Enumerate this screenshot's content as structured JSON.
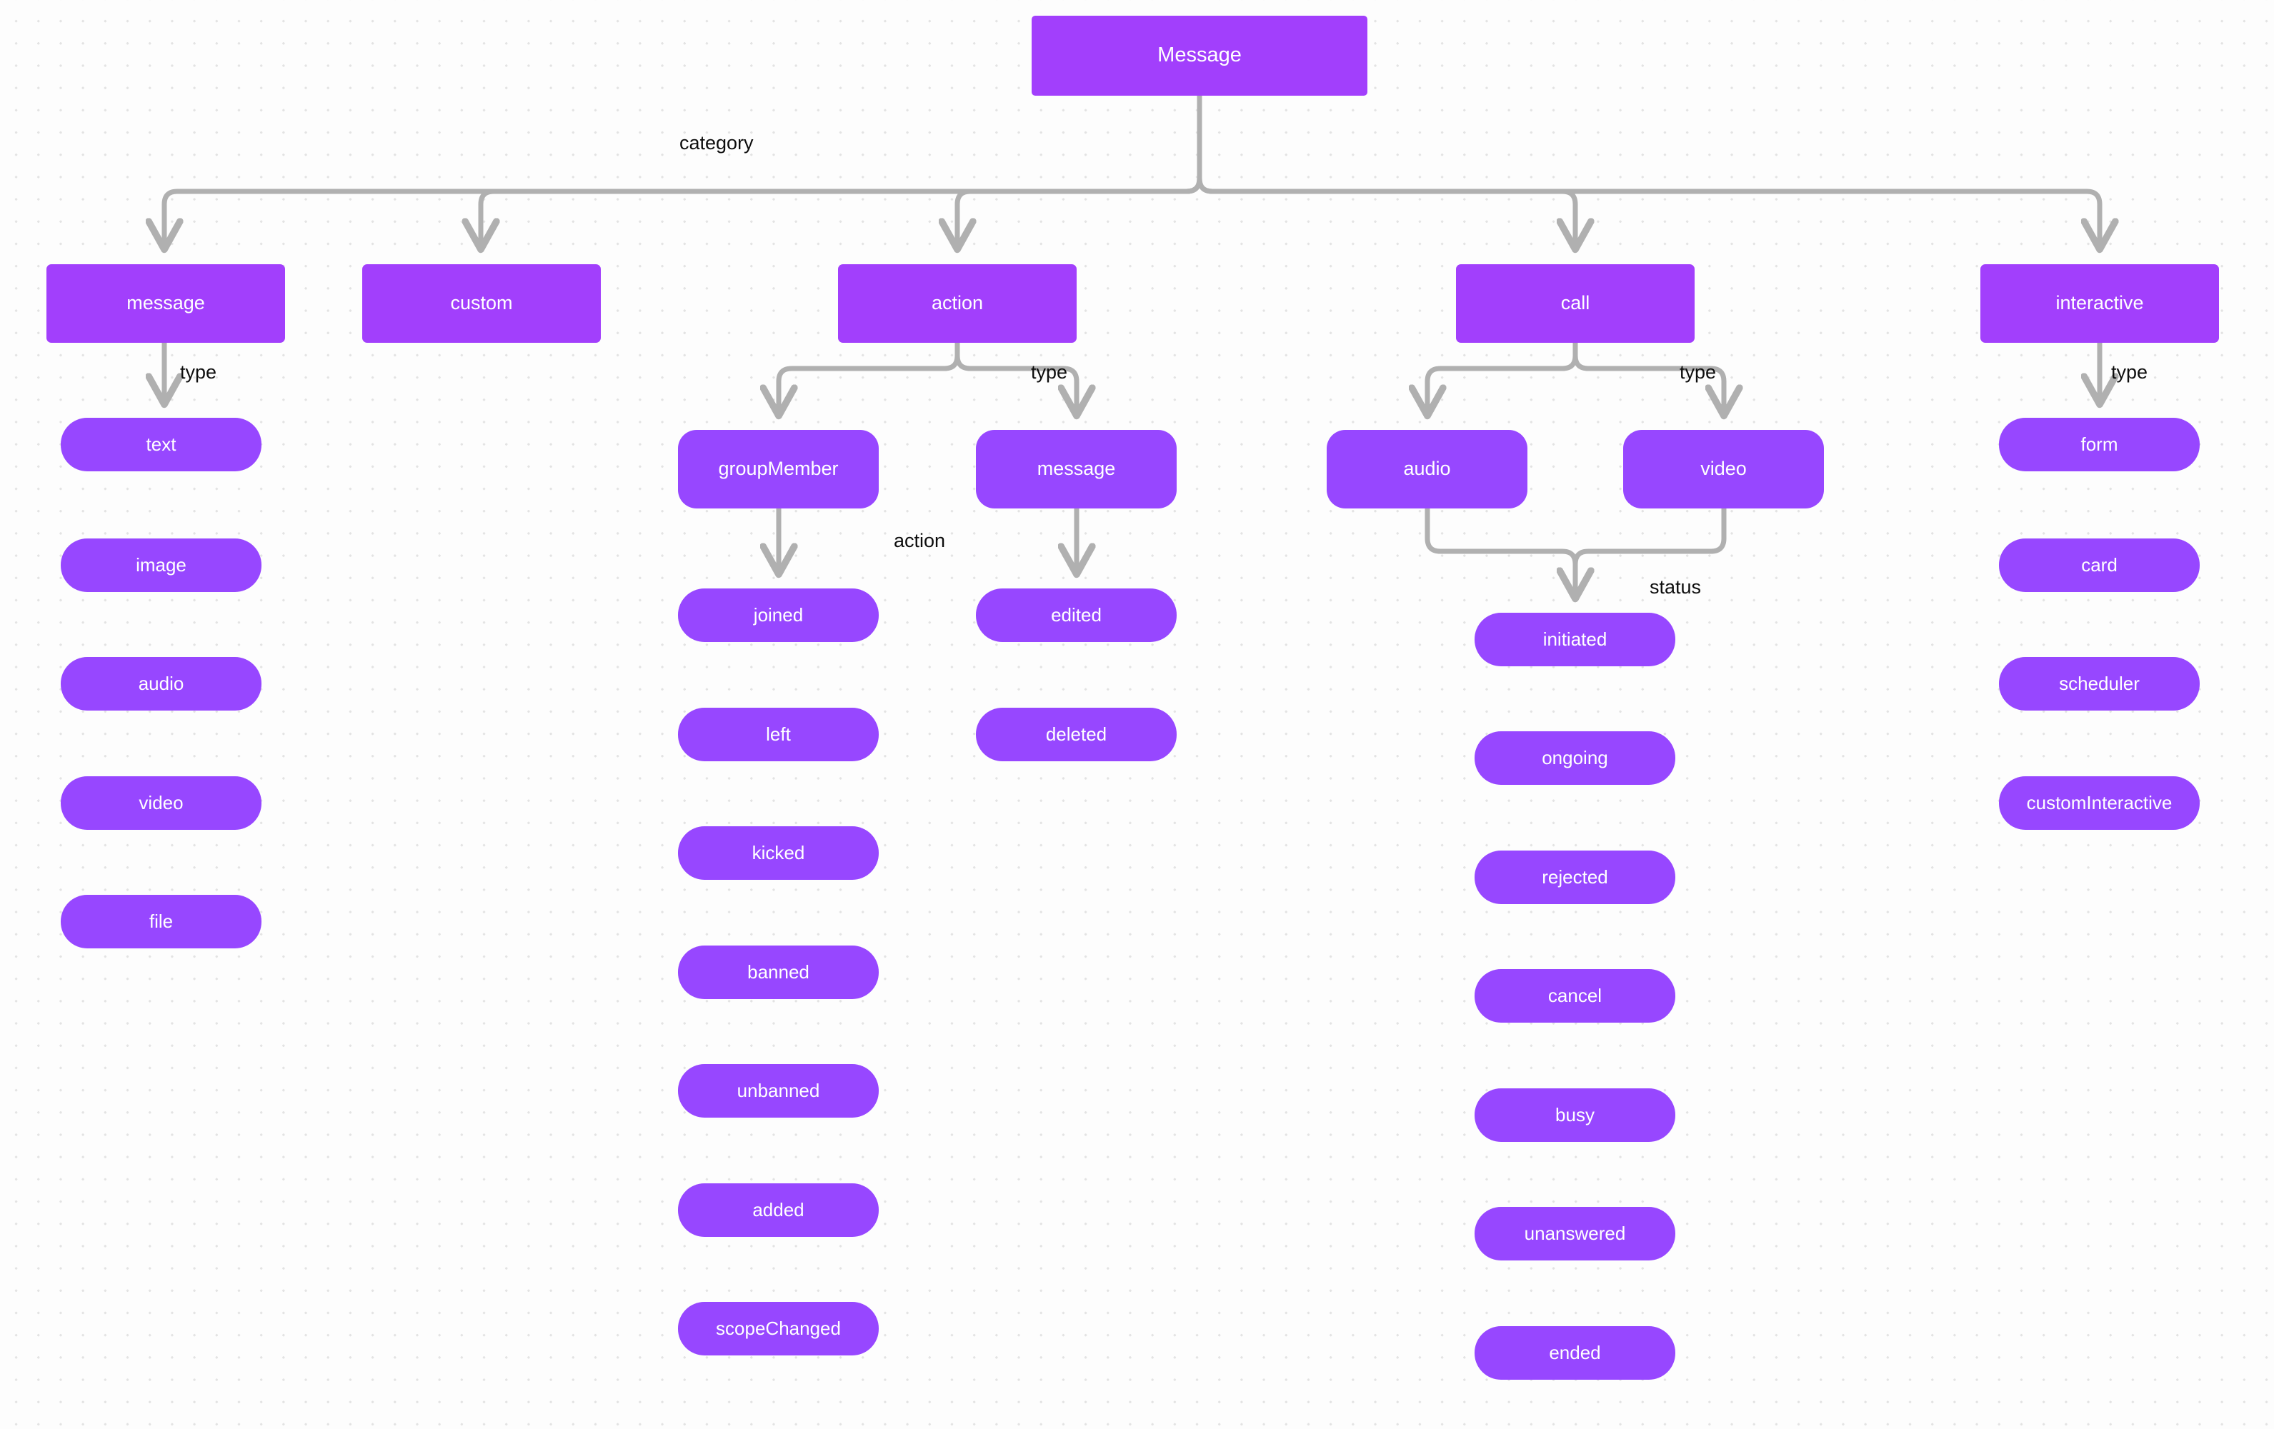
{
  "diagram": {
    "title": "Message",
    "palette": {
      "node_primary": "#a23ffc",
      "node_secondary": "#9747ff",
      "edge": "#b0b0b0",
      "label_text": "#0d0d0d",
      "node_text": "#ffffff",
      "background": "#fdfdfd",
      "grid_dot": "#e3e3e3"
    },
    "root": {
      "label": "Message"
    },
    "edge_labels": [
      {
        "id": "category",
        "text": "category"
      },
      {
        "id": "type-message",
        "text": "type"
      },
      {
        "id": "type-action",
        "text": "type"
      },
      {
        "id": "type-call",
        "text": "type"
      },
      {
        "id": "type-interactive",
        "text": "type"
      },
      {
        "id": "action-groupmember",
        "text": "action"
      },
      {
        "id": "status-call",
        "text": "status"
      }
    ],
    "categories": [
      {
        "id": "message",
        "label": "message"
      },
      {
        "id": "custom",
        "label": "custom"
      },
      {
        "id": "action",
        "label": "action"
      },
      {
        "id": "call",
        "label": "call"
      },
      {
        "id": "interactive",
        "label": "interactive"
      }
    ],
    "mid_nodes": [
      {
        "id": "groupMember",
        "label": "groupMember"
      },
      {
        "id": "action-message",
        "label": "message"
      },
      {
        "id": "audio",
        "label": "audio"
      },
      {
        "id": "video",
        "label": "video"
      }
    ],
    "message_types": [
      {
        "label": "text"
      },
      {
        "label": "image"
      },
      {
        "label": "audio"
      },
      {
        "label": "video"
      },
      {
        "label": "file"
      }
    ],
    "groupmember_actions": [
      {
        "label": "joined"
      },
      {
        "label": "left"
      },
      {
        "label": "kicked"
      },
      {
        "label": "banned"
      },
      {
        "label": "unbanned"
      },
      {
        "label": "added"
      },
      {
        "label": "scopeChanged"
      }
    ],
    "message_actions": [
      {
        "label": "edited"
      },
      {
        "label": "deleted"
      }
    ],
    "call_statuses": [
      {
        "label": "initiated"
      },
      {
        "label": "ongoing"
      },
      {
        "label": "rejected"
      },
      {
        "label": "cancel"
      },
      {
        "label": "busy"
      },
      {
        "label": "unanswered"
      },
      {
        "label": "ended"
      }
    ],
    "interactive_types": [
      {
        "label": "form"
      },
      {
        "label": "card"
      },
      {
        "label": "scheduler"
      },
      {
        "label": "customInteractive"
      }
    ]
  }
}
